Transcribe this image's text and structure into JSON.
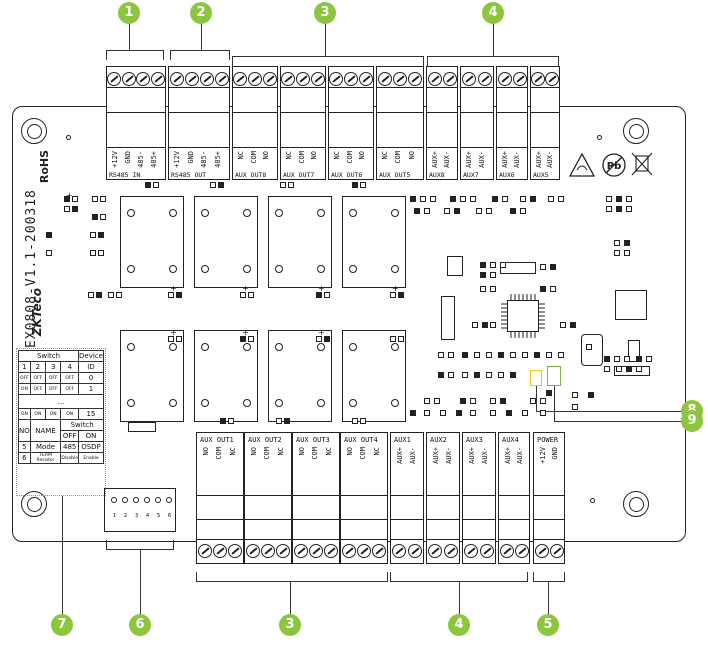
{
  "board_id": "EX0808-V1.1-200318",
  "rohs": "RoHS",
  "logo": "ZKTeco",
  "callouts": {
    "top": [
      "1",
      "2",
      "3",
      "4"
    ],
    "bottom": [
      "7",
      "6",
      "3",
      "4",
      "5"
    ],
    "right": [
      "8",
      "9"
    ]
  },
  "top_terminals": [
    {
      "pins": [
        "+12V",
        "GND",
        "485-",
        "485+"
      ],
      "caption": "RS485  IN"
    },
    {
      "pins": [
        "+12V",
        "GND",
        "485-",
        "485+"
      ],
      "caption": "RS485  OUT"
    },
    {
      "pins": [
        "NC",
        "COM",
        "NO"
      ],
      "caption": "AUX OUT8"
    },
    {
      "pins": [
        "NC",
        "COM",
        "NO"
      ],
      "caption": "AUX OUT7"
    },
    {
      "pins": [
        "NC",
        "COM",
        "NO"
      ],
      "caption": "AUX OUT6"
    },
    {
      "pins": [
        "NC",
        "COM",
        "NO"
      ],
      "caption": "AUX OUT5"
    },
    {
      "pins": [
        "AUX+",
        "AUX-"
      ],
      "caption": "AUX8"
    },
    {
      "pins": [
        "AUX+",
        "AUX-"
      ],
      "caption": "AUX7"
    },
    {
      "pins": [
        "AUX+",
        "AUX-"
      ],
      "caption": "AUX6"
    },
    {
      "pins": [
        "AUX+",
        "AUX-"
      ],
      "caption": "AUX5"
    }
  ],
  "bottom_terminals": [
    {
      "caption": "AUX OUT1",
      "pins": [
        "NO",
        "COM",
        "NC"
      ]
    },
    {
      "caption": "AUX OUT2",
      "pins": [
        "NO",
        "COM",
        "NC"
      ]
    },
    {
      "caption": "AUX OUT3",
      "pins": [
        "NO",
        "COM",
        "NC"
      ]
    },
    {
      "caption": "AUX OUT4",
      "pins": [
        "NO",
        "COM",
        "NC"
      ]
    },
    {
      "caption": "AUX1",
      "pins": [
        "AUX+",
        "AUX-"
      ]
    },
    {
      "caption": "AUX2",
      "pins": [
        "AUX+",
        "AUX-"
      ]
    },
    {
      "caption": "AUX3",
      "pins": [
        "AUX+",
        "AUX-"
      ]
    },
    {
      "caption": "AUX4",
      "pins": [
        "AUX+",
        "AUX-"
      ]
    },
    {
      "caption": "POWER",
      "pins": [
        "+12V",
        "GND"
      ]
    }
  ],
  "dip_table": {
    "switch_header": "Switch",
    "device_header": "Device",
    "id_header": "ID",
    "cols": [
      "1",
      "2",
      "3",
      "4"
    ],
    "rows": [
      {
        "s": [
          "OFF",
          "OFF",
          "OFF",
          "OFF"
        ],
        "id": "0"
      },
      {
        "s": [
          "ON",
          "OFF",
          "OFF",
          "OFF"
        ],
        "id": "1"
      },
      {
        "s": [
          "ON",
          "ON",
          "ON",
          "ON"
        ],
        "id": "15"
      }
    ],
    "ellipsis": "...",
    "no": "NO",
    "name": "NAME",
    "off": "OFF",
    "on": "ON",
    "row5": [
      "5",
      "Mode",
      "485",
      "OSDP"
    ],
    "row6": [
      "6",
      "TERM Resistor",
      "Disable",
      "Enable"
    ]
  },
  "dip_switch_numbers": [
    "1",
    "2",
    "3",
    "4",
    "5",
    "6"
  ],
  "polarity_marks": [
    "+",
    "+",
    "+",
    "+",
    "+",
    "+",
    "+",
    "+"
  ]
}
